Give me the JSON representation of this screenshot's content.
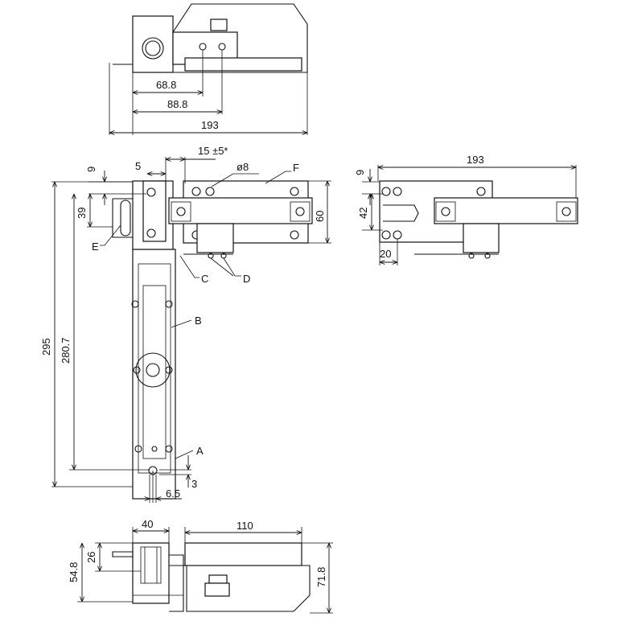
{
  "drawing": {
    "top_view": {
      "dim_68_8": "68.8",
      "dim_88_8": "88.8",
      "dim_193": "193"
    },
    "front_view": {
      "dim_15": "15 ±5*",
      "dim_5": "5",
      "dim_9": "9",
      "dim_39": "39",
      "dim_ø8": "ø8",
      "dim_60": "60",
      "dim_295": "295",
      "dim_280_7": "280.7",
      "dim_6_5": "6.5",
      "dim_3": "3",
      "labels": {
        "A": "A",
        "B": "B",
        "C": "C",
        "D": "D",
        "E": "E",
        "F": "F"
      }
    },
    "side_view": {
      "dim_193": "193",
      "dim_9": "9",
      "dim_42": "42",
      "dim_20": "20"
    },
    "bottom_view": {
      "dim_40": "40",
      "dim_110": "110",
      "dim_26": "26",
      "dim_54_8": "54.8",
      "dim_71_8": "71.8"
    }
  }
}
